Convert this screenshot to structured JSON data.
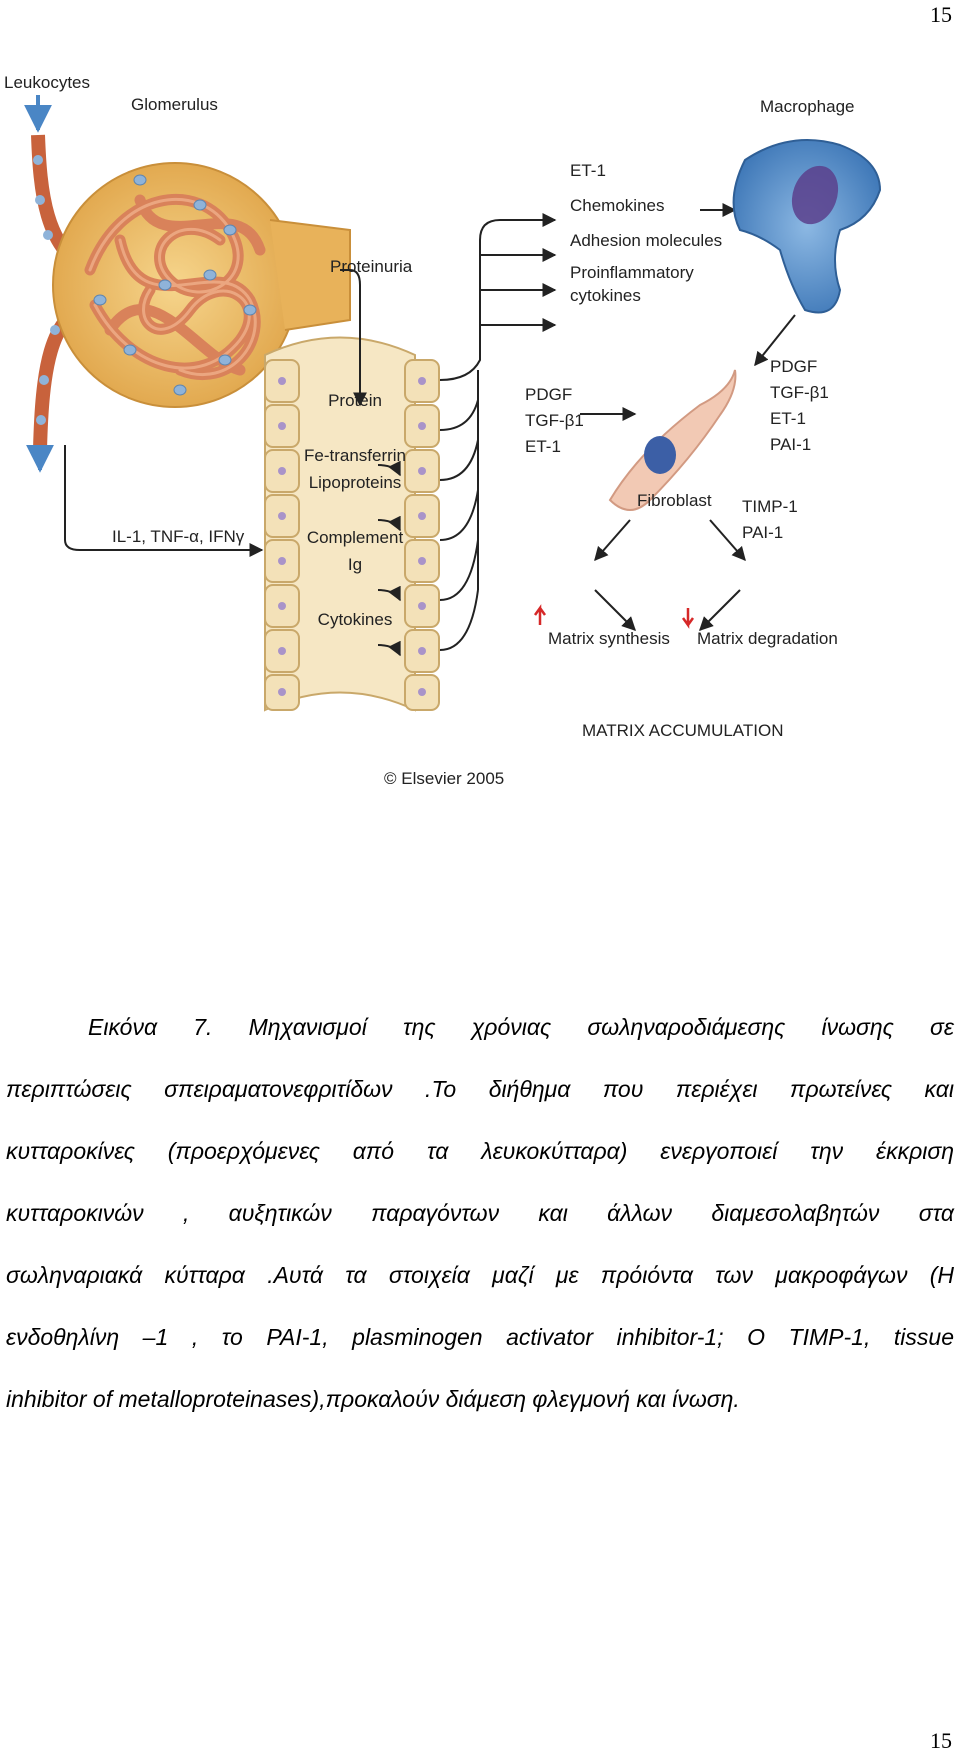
{
  "page_number_top": "15",
  "page_number_bottom": "15",
  "figure": {
    "labels": {
      "leukocytes": "Leukocytes",
      "glomerulus": "Glomerulus",
      "macrophage": "Macrophage",
      "et1_top": "ET-1",
      "chemokines": "Chemokines",
      "adhesion": "Adhesion molecules",
      "proinflammatory_1": "Proinflammatory",
      "proinflammatory_2": "cytokines",
      "proteinuria": "Proteinuria",
      "protein": "Protein",
      "fe_transferrin": "Fe-transferrin",
      "lipoproteins": "Lipoproteins",
      "complement": "Complement",
      "ig": "Ig",
      "cytokines": "Cytokines",
      "il1": "IL-1, TNF-α, IFNγ",
      "left_pdgf": "PDGF",
      "left_tgf": "TGF-β1",
      "left_et1": "ET-1",
      "right_pdgf": "PDGF",
      "right_tgf": "TGF-β1",
      "right_et1": "ET-1",
      "right_pai1": "PAI-1",
      "fibroblast": "Fibroblast",
      "timp1": "TIMP-1",
      "pai1": "PAI-1",
      "matrix_synthesis": "Matrix synthesis",
      "matrix_degradation": "Matrix degradation",
      "matrix_accumulation": "MATRIX ACCUMULATION",
      "copyright": "© Elsevier 2005"
    }
  },
  "caption": {
    "lines": [
      "Εικόνα 7. Μηχανισμοί της χρόνιας σωληναροδιάμεσης ίνωσης σε",
      "περιπτώσεις σπειραματονεφριτίδων .Το διήθημα που περιέχει πρωτείνες και",
      "κυτταροκίνες (προερχόμενες από τα λευκοκύτταρα) ενεργοποιεί την έκκριση",
      "κυτταροκινών , αυξητικών παραγόντων και άλλων διαμεσολαβητών στα",
      "σωληναριακά κύτταρα .Αυτά τα στοιχεία μαζί με πρόιόντα των μακροφάγων (Η",
      "ενδοθηλίνη –1 , το PAI-1, plasminogen activator inhibitor-1; O TIMP-1, tissue",
      "inhibitor of metalloproteinases),προκαλούν διάμεση φλεγμονή και ίνωση."
    ]
  },
  "colors": {
    "glomerulus": "#e8b25a",
    "capillary": "#d9825a",
    "vessel": "#c8623c",
    "leukocyte": "#8fb3d9",
    "tubule": "#f3e1b8",
    "nucleus": "#a993c9",
    "macrophage": "#4a86c5",
    "fibroblast": "#f2c9b4",
    "arrow": "#222222",
    "red_arrow": "#d62828"
  }
}
